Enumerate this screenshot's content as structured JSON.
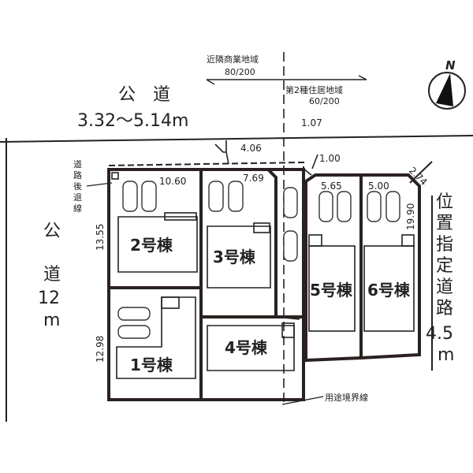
{
  "zoning": {
    "commercial": {
      "name": "近隣商業地域",
      "ratio": "80/200"
    },
    "residential": {
      "name": "第2種住居地域",
      "ratio": "60/200"
    },
    "boundary_label": "用途境界線"
  },
  "compass": {
    "label": "N"
  },
  "roads": {
    "north": {
      "label": "公　道",
      "width": "3.32～5.14m"
    },
    "west": {
      "label_chars": [
        "公",
        "道",
        "12",
        "m"
      ]
    },
    "east": {
      "label_chars": [
        "位",
        "置",
        "指",
        "定",
        "道",
        "路"
      ],
      "width_chars": [
        "4.5",
        "m"
      ]
    }
  },
  "setback_label": [
    "道",
    "路",
    "後",
    "退",
    "線"
  ],
  "dimensions": {
    "d_10_60": "10.60",
    "d_7_69": "7.69",
    "d_4_06": "4.06",
    "d_1_07": "1.07",
    "d_1_00": "1.00",
    "d_5_65": "5.65",
    "d_5_00": "5.00",
    "d_2_74": "2.74",
    "d_19_90": "19.90",
    "d_13_55": "13.55",
    "d_12_98": "12.98"
  },
  "lots": [
    {
      "label": "1号棟"
    },
    {
      "label": "2号棟"
    },
    {
      "label": "3号棟"
    },
    {
      "label": "4号棟"
    },
    {
      "label": "5号棟"
    },
    {
      "label": "6号棟"
    }
  ]
}
